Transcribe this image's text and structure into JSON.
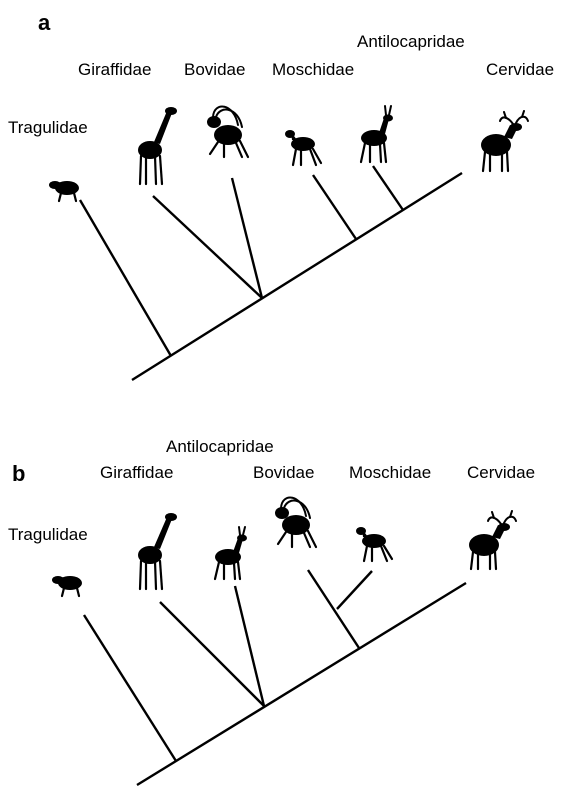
{
  "panel_a": {
    "letter": "a",
    "taxa": {
      "tragulidae": "Tragulidae",
      "giraffidae": "Giraffidae",
      "bovidae": "Bovidae",
      "moschidae": "Moschidae",
      "antilocapridae": "Antilocapridae",
      "cervidae": "Cervidae"
    }
  },
  "panel_b": {
    "letter": "b",
    "taxa": {
      "tragulidae": "Tragulidae",
      "giraffidae": "Giraffidae",
      "antilocapridae": "Antilocapridae",
      "bovidae": "Bovidae",
      "moschidae": "Moschidae",
      "cervidae": "Cervidae"
    }
  },
  "icons": {
    "tragulidae": "mouse-deer-silhouette",
    "giraffidae": "giraffe-silhouette",
    "bovidae": "ibex-silhouette",
    "moschidae": "musk-deer-silhouette",
    "antilocapridae": "pronghorn-silhouette",
    "cervidae": "elk-silhouette"
  }
}
